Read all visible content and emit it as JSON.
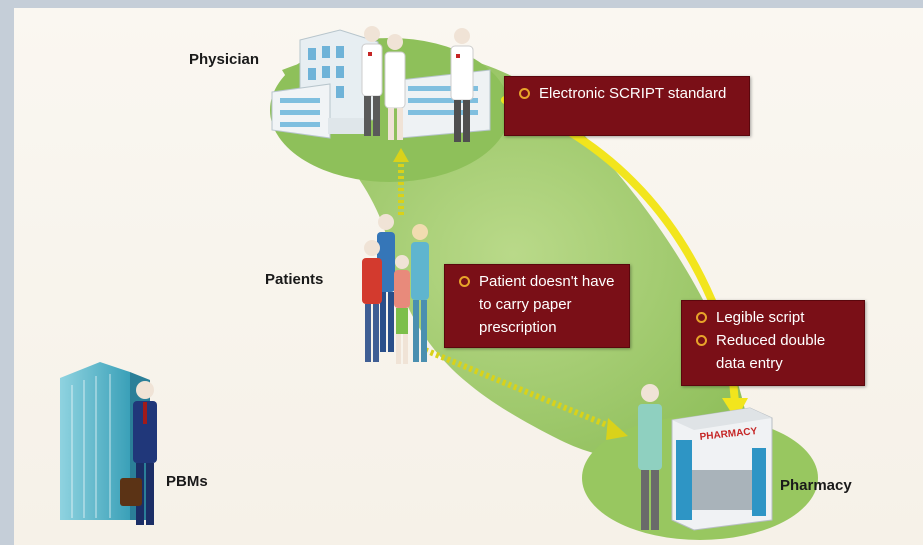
{
  "labels": {
    "physician": "Physician",
    "patients": "Patients",
    "pbms": "PBMs",
    "pharmacy": "Pharmacy"
  },
  "callouts": {
    "escript": [
      "Electronic SCRIPT standard"
    ],
    "patient": [
      "Patient doesn't have to carry paper prescription"
    ],
    "pharmacy": [
      "Legible script",
      "Reduced double data entry"
    ]
  },
  "pharmacy_sign": "PHARMACY",
  "colors": {
    "callout_bg": "#7a0f17",
    "bullet": "#e8a42a",
    "green_field": "#9fc86a",
    "yellow_arrow": "#f2e51d"
  }
}
